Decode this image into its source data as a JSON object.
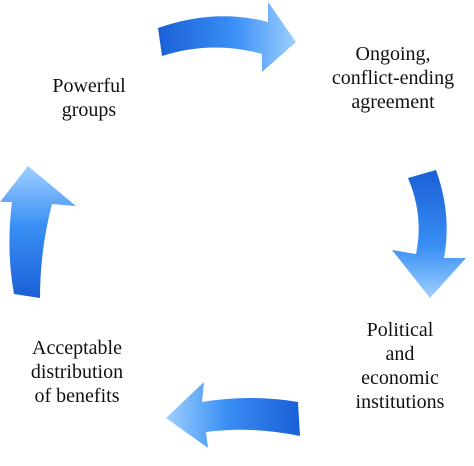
{
  "diagram": {
    "type": "cycle",
    "arrow_color": "#1e73e6",
    "arrow_color_light": "#5aa8ff",
    "nodes": [
      {
        "id": "powerful",
        "lines": [
          "Powerful",
          "groups"
        ]
      },
      {
        "id": "agreement",
        "lines": [
          "Ongoing,",
          "conflict-ending",
          "agreement"
        ]
      },
      {
        "id": "institutions",
        "lines": [
          "Political",
          "and",
          "economic",
          "institutions"
        ]
      },
      {
        "id": "benefits",
        "lines": [
          "Acceptable",
          "distribution",
          "of benefits"
        ]
      }
    ]
  }
}
